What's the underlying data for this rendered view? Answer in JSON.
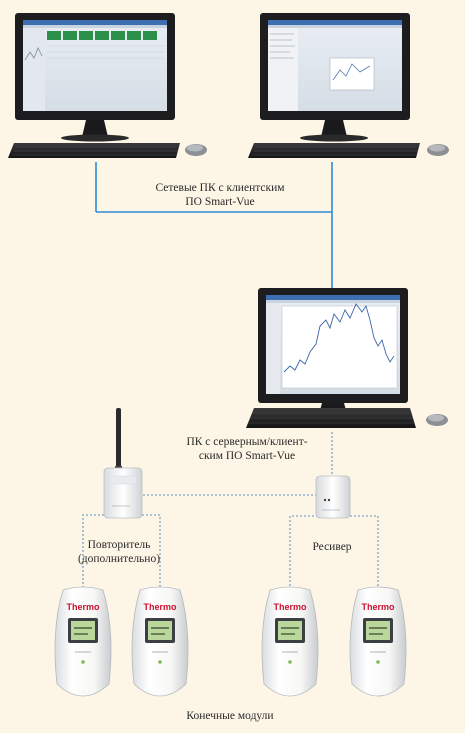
{
  "labels": {
    "network_line1": "Сетевые ПК с клиентским",
    "network_line2": "ПО Smart-Vue",
    "server_line1": "ПК с серверным/клиент-",
    "server_line2": "ским ПО Smart-Vue",
    "repeater_line1": "Повторитель",
    "repeater_line2": "(дополнительно)",
    "receiver": "Ресивер",
    "end_modules": "Конечные модули"
  },
  "device_brand": "Thermo",
  "colors": {
    "background": "#fdf6e6",
    "network_line": "#2e8bd6",
    "dotted_line": "#7aa6c8",
    "monitor_body": "#1d1d1f",
    "device_body": "#f4f4f2",
    "lcd": "#b9d79a",
    "brand_red": "#c8102e"
  }
}
